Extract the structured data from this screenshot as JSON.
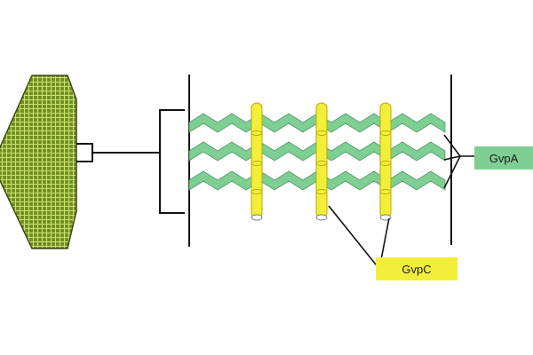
{
  "labels": {
    "gvpa": "GvpA",
    "gvpc": "GvpC"
  },
  "colors": {
    "background": "#ffffff",
    "line": "#111111",
    "gvpa_green": "#7fcf94",
    "gvpc_yellow": "#f2ef3a",
    "vesicle_fill": "#7a9a2a",
    "vesicle_grid": "#c7d96a"
  },
  "diagram": {
    "gvpa_rows": 3,
    "gvpc_rods": 3
  }
}
